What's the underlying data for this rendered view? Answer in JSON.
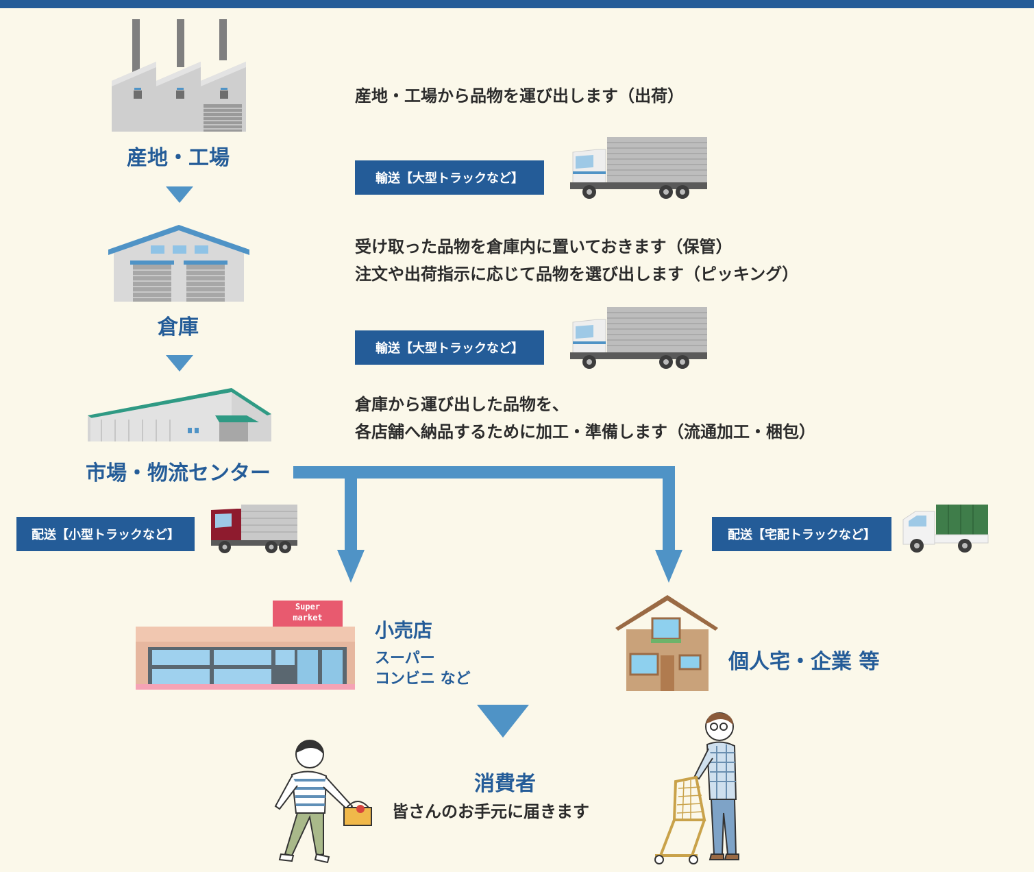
{
  "steps": {
    "factory": {
      "label": "産地・工場",
      "description": "産地・工場から品物を運び出します（出荷）",
      "transport": "輸送【大型トラックなど】"
    },
    "warehouse": {
      "label": "倉庫",
      "description_line1": "受け取った品物を倉庫内に置いておきます（保管）",
      "description_line2": "注文や出荷指示に応じて品物を選び出します（ピッキング）",
      "transport": "輸送【大型トラックなど】"
    },
    "center": {
      "label": "市場・物流センター",
      "description_line1": "倉庫から運び出した品物を、",
      "description_line2": "各店舗へ納品するために加工・準備します（流通加工・梱包）"
    }
  },
  "delivery": {
    "small_truck": "配送【小型トラックなど】",
    "home_truck": "配送【宅配トラックなど】"
  },
  "destinations": {
    "retail": {
      "title": "小売店",
      "line1": "スーパー",
      "line2": "コンビニ など",
      "sign_line1": "Super",
      "sign_line2": "market"
    },
    "home": {
      "title": "個人宅・企業 等"
    }
  },
  "consumer": {
    "title": "消費者",
    "description": "皆さんのお手元に届きます"
  },
  "colors": {
    "brand": "#245c98",
    "arrow": "#4f93c6",
    "background": "#fbf8ea"
  }
}
